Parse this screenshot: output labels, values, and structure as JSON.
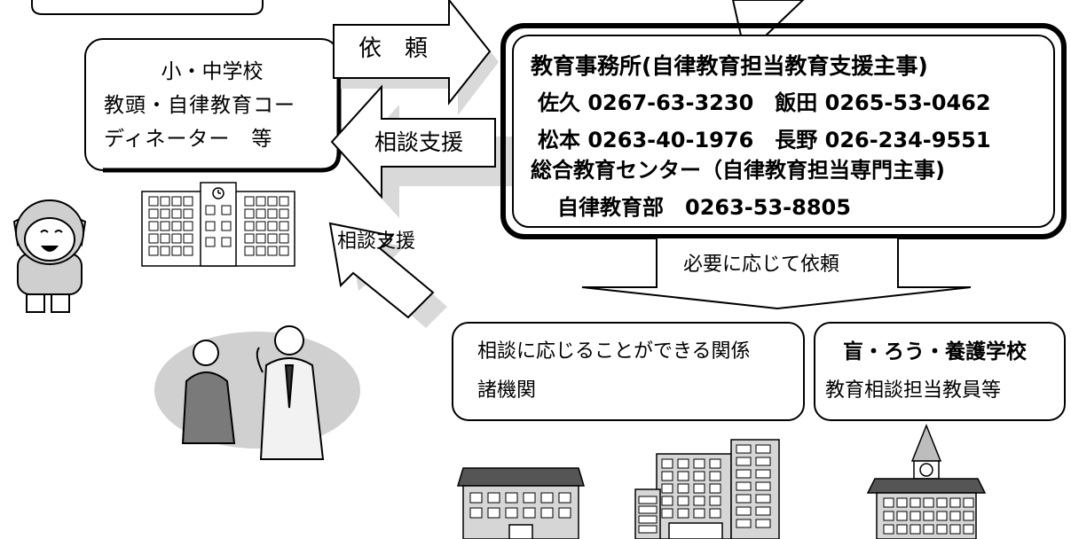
{
  "school_box": {
    "line1": "小・中学校",
    "line2": "教頭・自律教育コー",
    "line3": "ディネーター　等"
  },
  "arrows": {
    "request": "依　頼",
    "consult_support": "相談支援",
    "consult_support_diag": "相談支援",
    "request_as_needed": "必要に応じて依頼"
  },
  "office_box": {
    "title": "教育事務所(自律教育担当教育支援主事)",
    "row1": "佐久 0267-63-3230　飯田 0265-53-0462",
    "row2": "松本 0263-40-1976　長野 026-234-9551",
    "center_title": "総合教育センター（自律教育担当専門主事)",
    "dept": "自律教育部　0263-53-8805"
  },
  "agencies_box": {
    "line1": "相談に応じることができる関係",
    "line2": "諸機関"
  },
  "special_school_box": {
    "title": "盲・ろう・養護学校",
    "subtitle": "教育相談担当教員等"
  },
  "icons": [
    "school-building-icon",
    "child-icon",
    "consultation-people-icon",
    "hospital-building-icon",
    "office-tower-icon",
    "clock-tower-school-icon"
  ]
}
